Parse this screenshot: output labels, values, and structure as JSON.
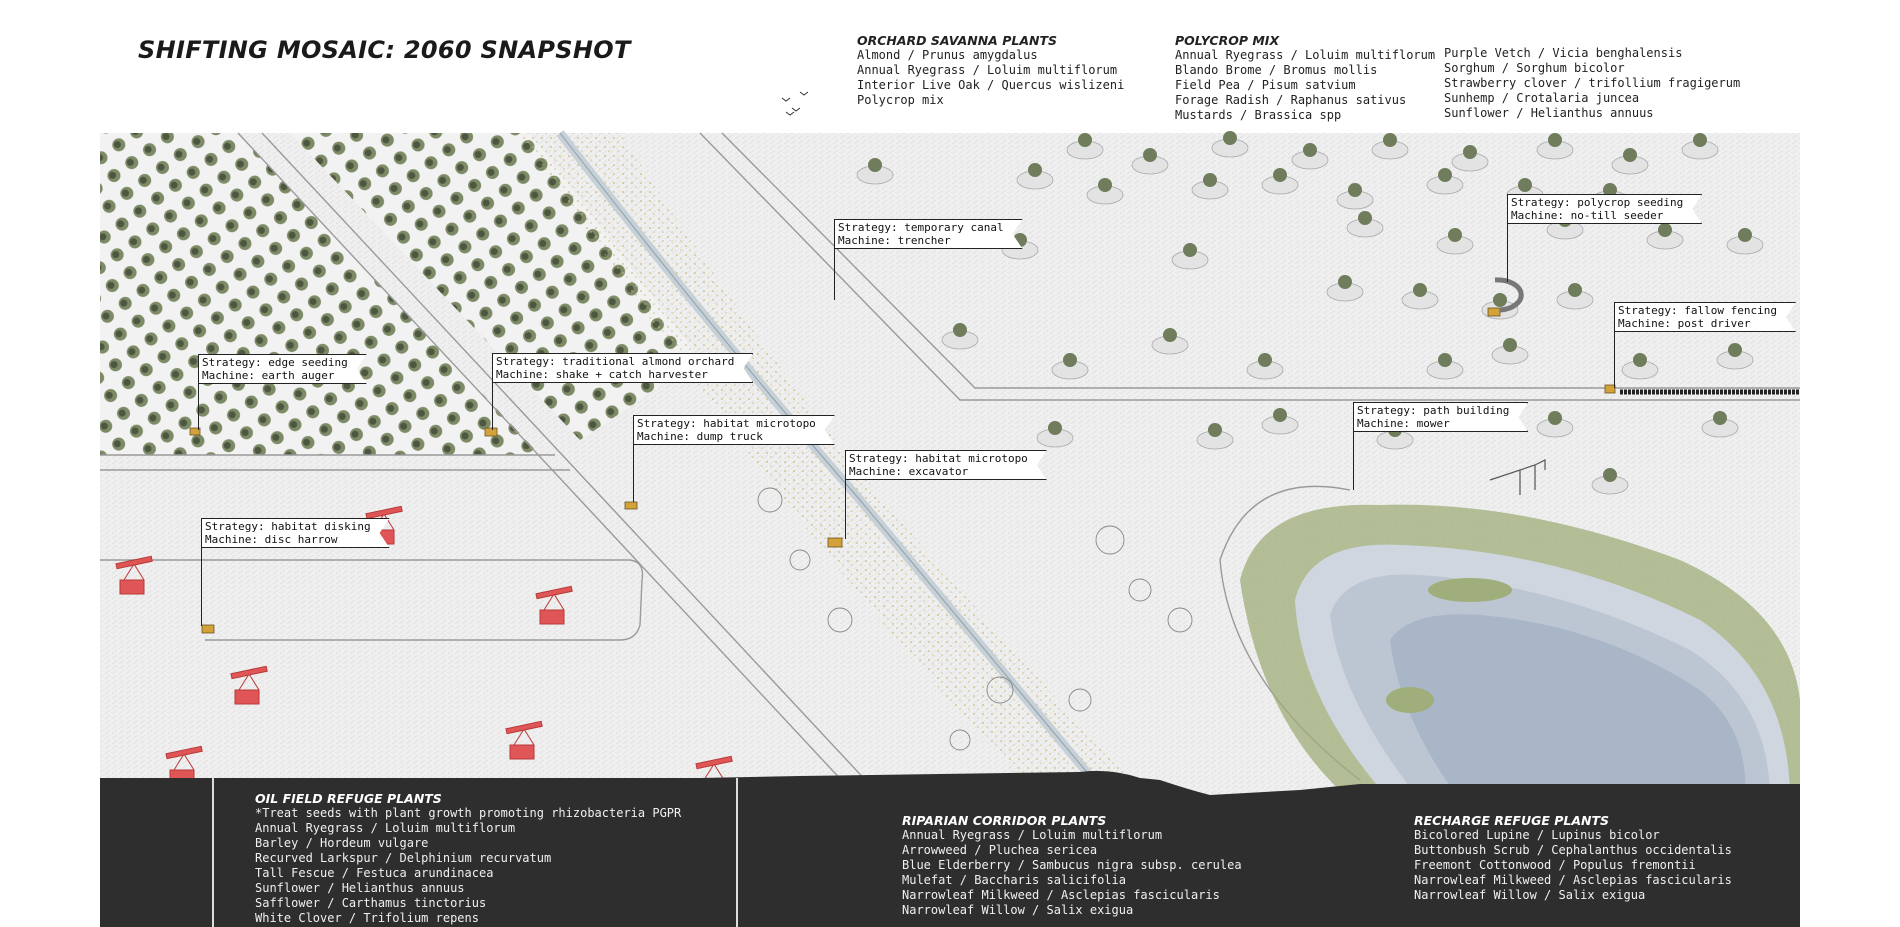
{
  "title": "SHIFTING MOSAIC: 2060 SNAPSHOT",
  "colors": {
    "bar_background": "#2e2e2e",
    "pond_water": "#a9b6c7",
    "pump_jack": "#e05555",
    "ground": "#efefef"
  },
  "orchard_savanna": {
    "heading": "ORCHARD SAVANNA PLANTS",
    "items": [
      "Almond / Prunus amygdalus",
      "Annual Ryegrass / Loluim multiflorum",
      "Interior Live Oak / Quercus wislizeni",
      "Polycrop mix"
    ]
  },
  "polycrop_mix": {
    "heading": "POLYCROP MIX",
    "items_col1": [
      "Annual Ryegrass / Loluim multiflorum",
      "Blando Brome / Bromus mollis",
      "Field Pea / Pisum satvium",
      "Forage Radish / Raphanus sativus",
      "Mustards / Brassica spp"
    ],
    "items_col2": [
      "Purple Vetch / Vicia benghalensis",
      "Sorghum / Sorghum bicolor",
      "Strawberry clover / trifollium fragigerum",
      "Sunhemp / Crotalaria juncea",
      "Sunflower / Helianthus annuus"
    ]
  },
  "oil_field_refuge": {
    "heading": "OIL FIELD REFUGE PLANTS",
    "note": "*Treat seeds with plant growth promoting rhizobacteria PGPR",
    "items": [
      "Annual Ryegrass / Loluim multiflorum",
      "Barley / Hordeum vulgare",
      "Recurved Larkspur / Delphinium recurvatum",
      "Tall Fescue / Festuca arundinacea",
      "Sunflower / Helianthus annuus",
      "Safflower / Carthamus tinctorius",
      "White Clover / Trifolium repens"
    ]
  },
  "riparian_corridor": {
    "heading": "RIPARIAN CORRIDOR PLANTS",
    "items": [
      "Annual Ryegrass / Loluim multiflorum",
      "Arrowweed / Pluchea sericea",
      "Blue Elderberry / Sambucus nigra subsp. cerulea",
      "Mulefat / Baccharis salicifolia",
      "Narrowleaf Milkweed / Asclepias fascicularis",
      "Narrowleaf Willow / Salix exigua"
    ]
  },
  "recharge_refuge": {
    "heading": "RECHARGE REFUGE PLANTS",
    "items": [
      "Bicolored Lupine / Lupinus bicolor",
      "Buttonbush Scrub / Cephalanthus occidentalis",
      "Freemont Cottonwood / Populus fremontii",
      "Narrowleaf Milkweed / Asclepias fascicularis",
      "Narrowleaf Willow / Salix exigua"
    ]
  },
  "callouts": [
    {
      "strategy": "Strategy: edge seeding",
      "machine": "Machine: earth auger"
    },
    {
      "strategy": "Strategy: traditional almond orchard",
      "machine": "Machine: shake + catch harvester"
    },
    {
      "strategy": "Strategy: habitat microtopo",
      "machine": "Machine: dump truck"
    },
    {
      "strategy": "Strategy: temporary canal",
      "machine": "Machine: trencher"
    },
    {
      "strategy": "Strategy: habitat microtopo",
      "machine": "Machine: excavator"
    },
    {
      "strategy": "Strategy: habitat disking",
      "machine": "Machine: disc harrow"
    },
    {
      "strategy": "Strategy: path building",
      "machine": "Machine: mower"
    },
    {
      "strategy": "Strategy: polycrop seeding",
      "machine": "Machine: no-till seeder"
    },
    {
      "strategy": "Strategy: fallow fencing",
      "machine": "Machine: post driver"
    }
  ]
}
